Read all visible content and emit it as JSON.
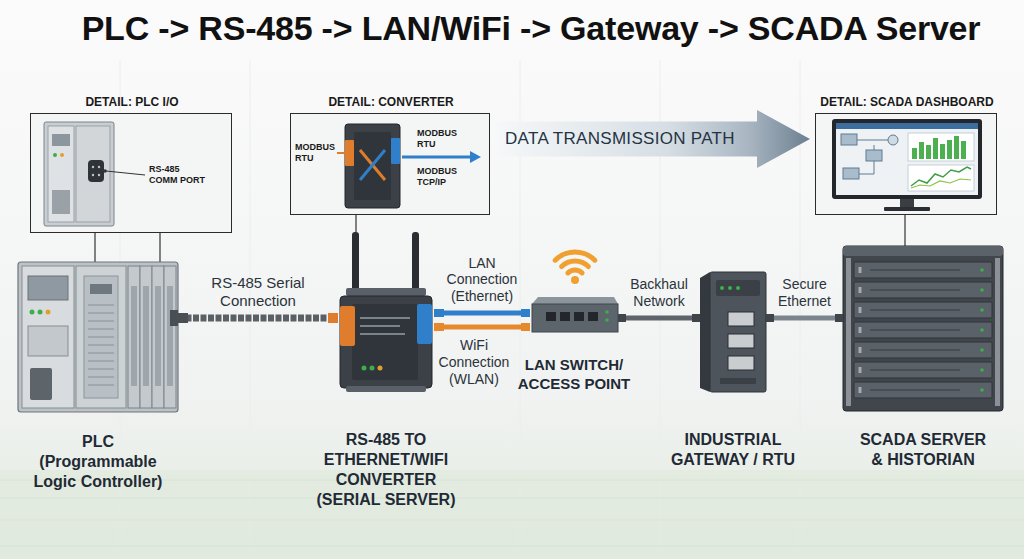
{
  "diagram": {
    "title": "PLC -> RS-485 -> LAN/WiFi -> Gateway -> SCADA Server",
    "nodes": [
      {
        "text": [
          "DETAIL: PLC I/O",
          "RS-485 COMM PORT"
        ]
      },
      {
        "text": [
          "DETAIL: CONVERTER",
          "MODBUS RTU",
          "MODBUS RTU",
          "MODBUS TCP/IP"
        ]
      },
      {
        "text": [
          "DATA TRANSMISSION PATH"
        ]
      },
      {
        "text": [
          "DETAIL: SCADA DASHBOARD"
        ]
      },
      {
        "text": [
          "PLC (Programmable Logic Controller)"
        ]
      },
      {
        "text": [
          "RS-485 TO ETHERNET/WIFI CONVERTER (SERIAL SERVER)"
        ]
      },
      {
        "text": [
          "LAN SWITCH/ ACCESS POINT"
        ]
      },
      {
        "text": [
          "INDUSTRIAL GATEWAY / RTU"
        ]
      },
      {
        "text": [
          "SCADA SERVER & HISTORIAN"
        ]
      }
    ],
    "edges": [
      {
        "from": 0,
        "to": 4,
        "arrow": "none"
      },
      {
        "from": 0,
        "to": 4,
        "arrow": "none"
      },
      {
        "from": 1,
        "to": 5,
        "arrow": "none"
      },
      {
        "from": 3,
        "to": 8,
        "arrow": "none"
      },
      {
        "from": 4,
        "to": 5,
        "label": "RS-485 Serial Connection",
        "arrow": "none"
      },
      {
        "from": 5,
        "to": 6,
        "label": "LAN Connection (Ethernet)",
        "arrow": "none"
      },
      {
        "from": 5,
        "to": 6,
        "label": "WiFi Connection (WLAN)",
        "arrow": "none"
      },
      {
        "from": 6,
        "to": 7,
        "label": "Backhaul Network",
        "arrow": "none"
      },
      {
        "from": 7,
        "to": 8,
        "label": "Secure Ethernet",
        "arrow": "none"
      }
    ]
  }
}
